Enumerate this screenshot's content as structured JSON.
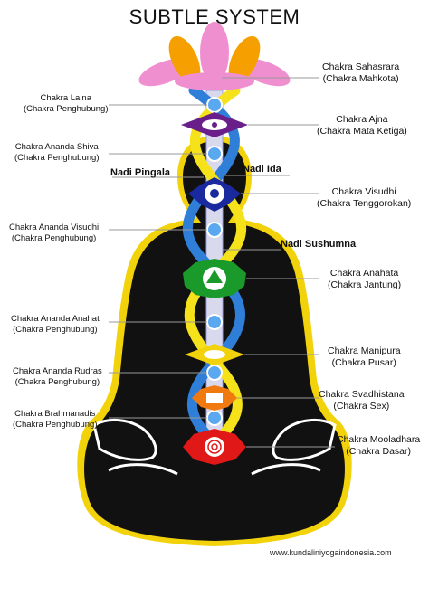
{
  "title": "SUBTLE SYSTEM",
  "left_labels": [
    {
      "name": "Chakra Lalna",
      "sub": "(Chakra Penghubung)"
    },
    {
      "name": "Chakra Ananda Shiva",
      "sub": "(Chakra Penghubung)"
    },
    {
      "name": "Chakra Ananda Visudhi",
      "sub": "(Chakra Penghubung)"
    },
    {
      "name": "Chakra Ananda Anahat",
      "sub": "(Chakra Penghubung)"
    },
    {
      "name": "Chakra Ananda Rudras",
      "sub": "(Chakra Penghubung)"
    },
    {
      "name": "Chakra Brahmanadis",
      "sub": "(Chakra Penghubung)"
    }
  ],
  "right_labels": [
    {
      "name": "Chakra Sahasrara",
      "sub": "(Chakra Mahkota)"
    },
    {
      "name": "Chakra Ajna",
      "sub": "(Chakra Mata Ketiga)"
    },
    {
      "name": "Chakra Visudhi",
      "sub": "(Chakra Tenggorokan)"
    },
    {
      "name": "Chakra Anahata",
      "sub": "(Chakra Jantung)"
    },
    {
      "name": "Chakra Manipura",
      "sub": "(Chakra Pusar)"
    },
    {
      "name": "Chakra Svadhistana",
      "sub": "(Chakra Sex)"
    },
    {
      "name": "Chakra Mooladhara",
      "sub": "(Chakra Dasar)"
    }
  ],
  "nadis": {
    "pingala": "Nadi Pingala",
    "ida": "Nadi Ida",
    "sushumna": "Nadi Sushumna"
  },
  "footer": "www.kundaliniyogaindonesia.com",
  "colors": {
    "body": "#111111",
    "outline": "#f2d20a",
    "lotus": "#f08fd0",
    "lotus_inner": "#f5a000",
    "ida": "#2f7fd8",
    "pingala": "#f5e21a",
    "sushumna": "#d9d9ee",
    "ajna": "#6a1e8a",
    "visudhi": "#1a2a9e",
    "anahata": "#1a9a2a",
    "manipura": "#f2d20a",
    "svadhistana": "#f07a10",
    "mooladhara": "#e01818"
  }
}
